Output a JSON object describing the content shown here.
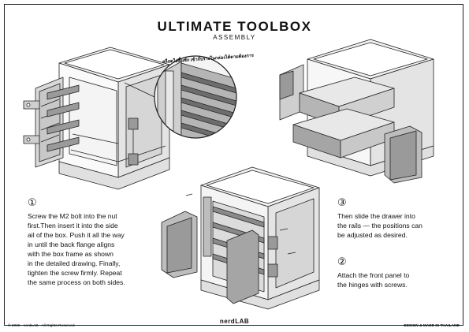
{
  "header": {
    "title": "ULTIMATE TOOLBOX",
    "subtitle": "ASSEMBLY"
  },
  "callout_text": "สล็อตใส่ลิ้นชัก เข้ากับรางในกล่องได้ตามต้องการ",
  "steps": [
    {
      "number": "①",
      "lines": [
        "Screw the M2 bolt into the nut",
        "first.Then insert it into the side",
        "ail of the box. Push it all the way",
        "in until the back flange aligns",
        "with the box frame as shown",
        "in the detailed drawing. Finally,",
        "tighten the screw firmly. Repeat",
        "the same process on both sides."
      ]
    },
    {
      "number": "③",
      "lines": [
        "Then slide the drawer into",
        "the rails — the positions can",
        "be adjusted as desired."
      ]
    },
    {
      "number": "②",
      "lines": [
        "Attach the front panel to",
        "the hinges with screws."
      ]
    }
  ],
  "footer": {
    "copyright": "© 2025 - nerdLAB - All Rights Reserved",
    "brand": "nerdLAB",
    "made_in": "DESIGN & MADE IN THAILAND"
  },
  "colors": {
    "line": "#222222",
    "panel_light": "#f2f2f2",
    "panel_mid": "#d9d9d9",
    "panel_dark": "#9a9a9a",
    "panel_darkest": "#6d6d6d"
  }
}
